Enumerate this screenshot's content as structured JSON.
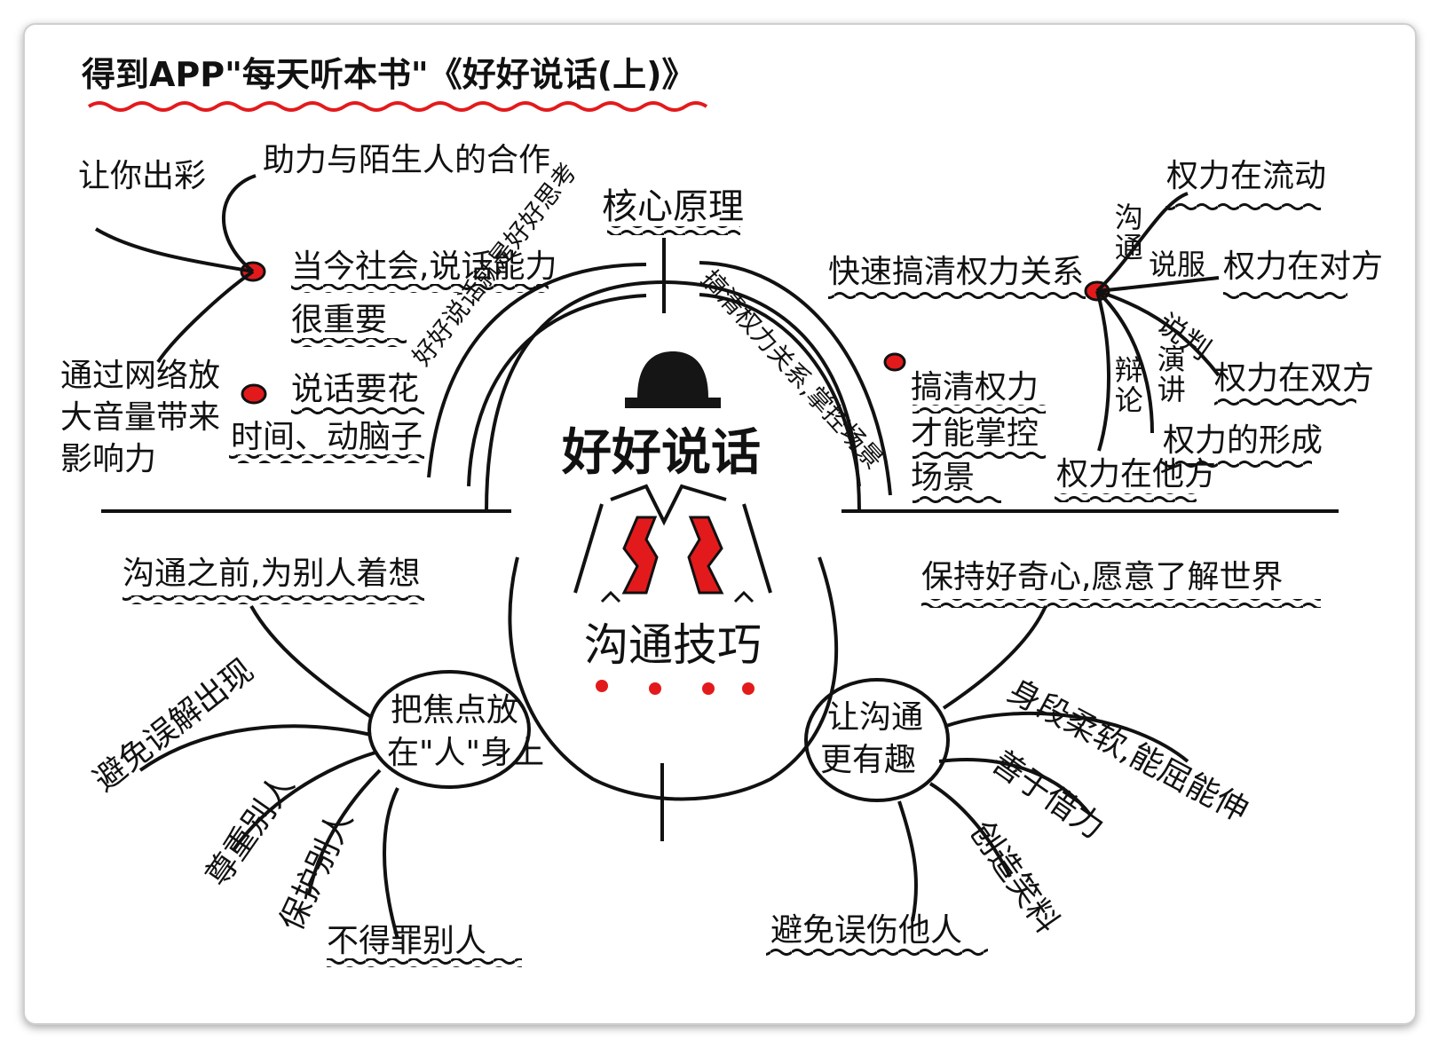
{
  "title": "得到APP\"每天听本书\"《好好说话(上)》",
  "center": {
    "title": "好好说话",
    "subtitle": "沟通技巧"
  },
  "top_left": {
    "items": [
      "让你出彩",
      "助力与陌生人的合作",
      "当今社会,说话能力",
      "很重要",
      "通过网络放",
      "大音量带来",
      "影响力",
      "说话要花",
      "时间、动脑子"
    ],
    "arc_label": "好好说话就是好好思考"
  },
  "top_center": {
    "label": "核心原理"
  },
  "top_right": {
    "arc_label": "搞清权力关系,掌控场景",
    "bullet_lines": [
      "搞清权力",
      "才能掌控",
      "场景"
    ],
    "hub_label": "快速搞清权力关系",
    "branch_labels": [
      "沟通",
      "说服",
      "说判",
      "演讲",
      "辩论"
    ],
    "power_labels": [
      "权力在流动",
      "权力在对方",
      "权力在双方",
      "权力的形成",
      "权力在他方"
    ]
  },
  "bottom_left": {
    "header": "沟通之前,为别人着想",
    "bubble": [
      "把焦点放",
      "在\"人\"身上"
    ],
    "legs": [
      "避免误解出现",
      "尊重别人",
      "保护别人",
      "不得罪别人"
    ]
  },
  "bottom_right": {
    "header": "保持好奇心,愿意了解世界",
    "bubble": [
      "让沟通",
      "更有趣"
    ],
    "legs": [
      "身段柔软,能屈能伸",
      "善于借力",
      "创造笑料",
      "避免误伤他人"
    ]
  },
  "colors": {
    "ink": "#111111",
    "accent": "#e31a1c"
  }
}
